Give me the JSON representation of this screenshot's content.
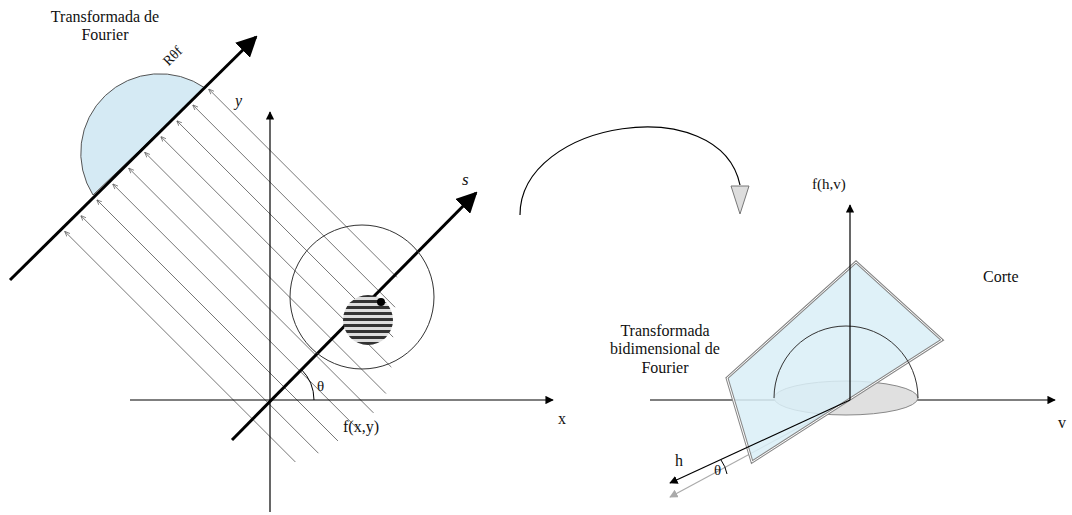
{
  "diagram": {
    "labels": [
      "Transformada de Fourier",
      "Rθf",
      "y",
      "s",
      "θ",
      "f(x,y)",
      "x",
      "f(h,v)",
      "Corte",
      "Transformada bidimensional de Fourier",
      "h",
      "θ",
      "v"
    ]
  }
}
